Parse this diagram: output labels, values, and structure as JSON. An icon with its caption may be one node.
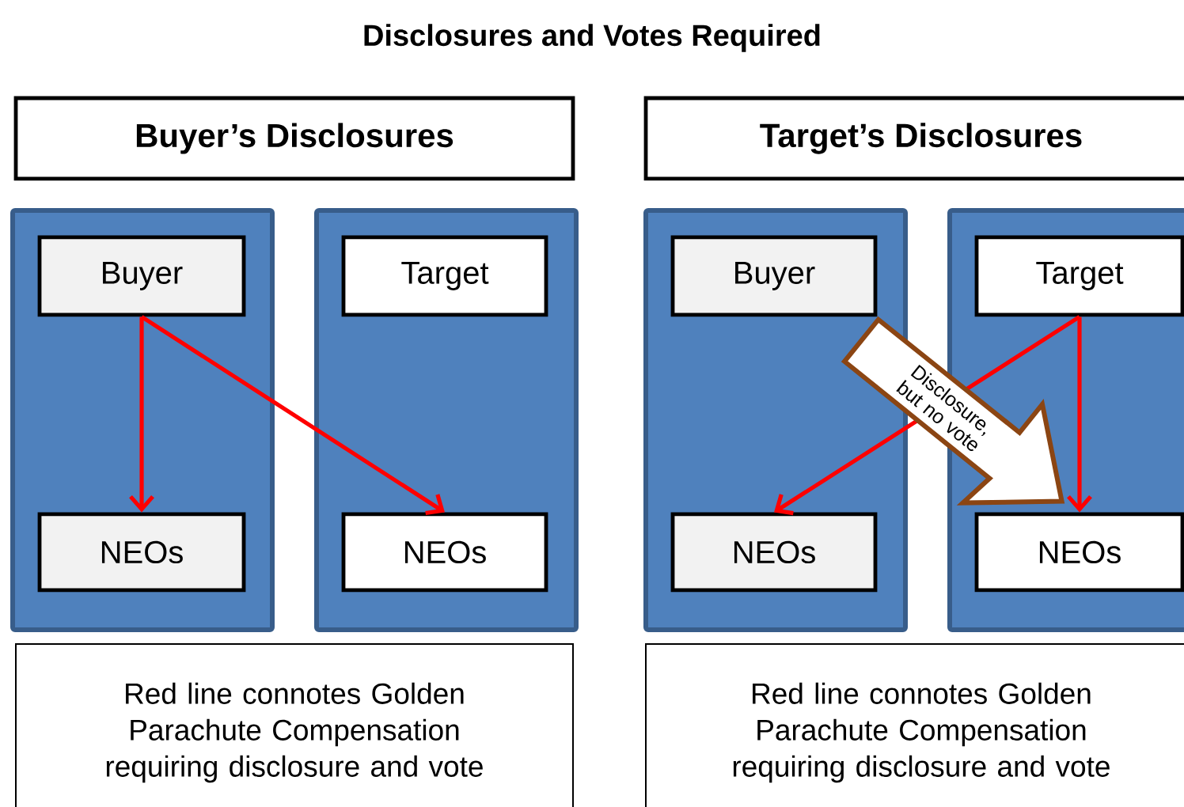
{
  "diagram": {
    "title": "Disclosures and Votes Required",
    "nodes": [
      {
        "text": [
          "Buyer’s Disclosures"
        ]
      },
      {
        "text": [],
        "shape": "box"
      },
      {
        "text": [
          "Buyer"
        ],
        "in": 1
      },
      {
        "text": [
          "NEOs"
        ],
        "in": 1
      },
      {
        "text": [],
        "shape": "box"
      },
      {
        "text": [
          "Target"
        ],
        "in": 4
      },
      {
        "text": [
          "NEOs"
        ],
        "in": 4
      },
      {
        "text": [
          "Target’s Disclosures"
        ]
      },
      {
        "text": [],
        "shape": "box"
      },
      {
        "text": [
          "Buyer"
        ],
        "in": 8
      },
      {
        "text": [
          "NEOs"
        ],
        "in": 8
      },
      {
        "text": [],
        "shape": "box"
      },
      {
        "text": [
          "Target"
        ],
        "in": 11
      },
      {
        "text": [
          "NEOs"
        ],
        "in": 11
      },
      {
        "text": [
          "Red line connotes Golden Parachute Compensation requiring disclosure and vote"
        ]
      },
      {
        "text": [
          "Red line connotes Golden Parachute Compensation requiring disclosure and vote"
        ]
      }
    ],
    "edges": [
      {
        "from": 2,
        "to": 3,
        "arrow": "to"
      },
      {
        "from": 2,
        "to": 6,
        "arrow": "to"
      },
      {
        "from": 12,
        "to": 10,
        "arrow": "to"
      },
      {
        "from": 12,
        "to": 13,
        "arrow": "to"
      },
      {
        "from": 9,
        "to": 13,
        "arrow": "to",
        "label": "Disclosure, but no vote",
        "style": "thick",
        "color": "#8b4513"
      }
    ]
  }
}
